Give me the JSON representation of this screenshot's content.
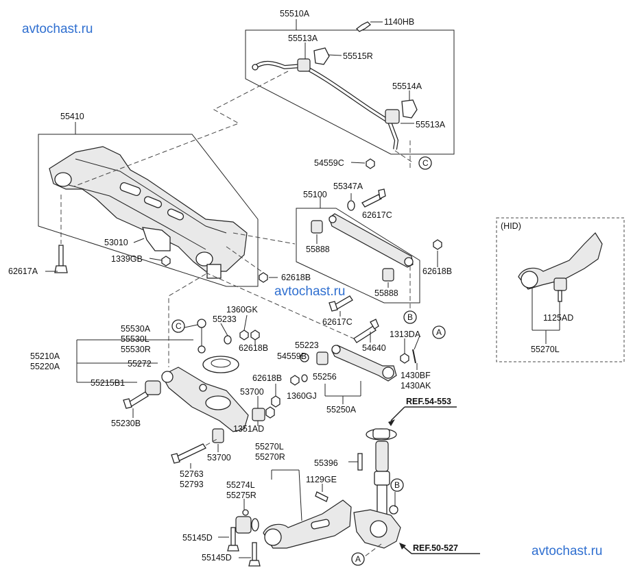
{
  "watermarks": {
    "top_left": "avtochast.ru",
    "middle": "avtochast.ru",
    "bottom_right": "avtochast.ru"
  },
  "labels": {
    "p55510A": "55510A",
    "p1140HB": "1140HB",
    "p55513A_top": "55513A",
    "p55515R": "55515R",
    "p55514A": "55514A",
    "p55513A_right": "55513A",
    "p54559C": "54559C",
    "p55410": "55410",
    "p53010": "53010",
    "p1339GB": "1339GB",
    "p62617A": "62617A",
    "p62618B_mid": "62618B",
    "p55347A": "55347A",
    "p55100": "55100",
    "p62617C_top": "62617C",
    "p55888_left": "55888",
    "p62618B_right": "62618B",
    "p55888_right": "55888",
    "p62617C_low": "62617C",
    "p1360GK": "1360GK",
    "p55233": "55233",
    "p55530A": "55530A",
    "p55530L": "55530L",
    "p55530R": "55530R",
    "p62618B_low": "62618B",
    "p55210A": "55210A",
    "p55220A": "55220A",
    "p55272": "55272",
    "p55215B1": "55215B1",
    "p55230B": "55230B",
    "p55223": "55223",
    "p54559B": "54559B",
    "p55256": "55256",
    "p54640": "54640",
    "p1313DA": "1313DA",
    "p1430BF": "1430BF",
    "p1430AK": "1430AK",
    "p62618B_center": "62618B",
    "p1360GJ": "1360GJ",
    "p53700_up": "53700",
    "p1351AD": "1351AD",
    "p55250A": "55250A",
    "p53700_low": "53700",
    "p52763": "52763",
    "p52793": "52793",
    "p55270L": "55270L",
    "p55270R": "55270R",
    "p55396": "55396",
    "p1129GE": "1129GE",
    "p55274L": "55274L",
    "p55275R": "55275R",
    "p55145D_up": "55145D",
    "p55145D_low": "55145D",
    "hid_title": "(HID)",
    "hid_1125AD": "1125AD",
    "hid_55270L": "55270L"
  },
  "references": {
    "ref_top": "REF.54-553",
    "ref_bottom": "REF.50-527"
  },
  "callouts": {
    "c_ref_stab": "C",
    "c_ref_link": "C",
    "b_ref_arm": "B",
    "b_ref_knuckle": "B",
    "a_ref_pin": "A",
    "a_ref_knuckle": "A"
  }
}
